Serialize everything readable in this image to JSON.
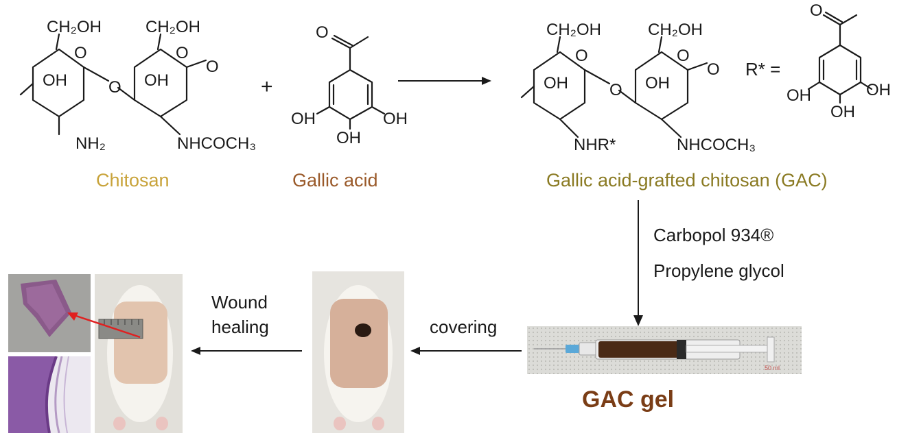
{
  "colors": {
    "chitosan": "#c8a33a",
    "gallic_acid": "#9a5a2a",
    "gac": "#8a7a22",
    "gac_gel": "#7a3d16",
    "text": "#1a1a1a",
    "red_arrow": "#e02020"
  },
  "labels": {
    "chitosan": "Chitosan",
    "gallic_acid": "Gallic acid",
    "gac": "Gallic acid-grafted chitosan (GAC)",
    "gac_gel": "GAC gel"
  },
  "chem": {
    "ch2oh": "CH₂OH",
    "oh": "OH",
    "o": "O",
    "nh2": "NH₂",
    "nhcoch3": "NHCOCH₃",
    "nhr": "NHR*",
    "r_eq": "R* =",
    "plus": "+"
  },
  "steps": {
    "carbopol": "Carbopol 934®",
    "propylene": "Propylene glycol",
    "covering": "covering",
    "wound_line1": "Wound",
    "wound_line2": "healing"
  },
  "syringe": {
    "printed_mark": "50 ml"
  },
  "icons": {
    "reaction_arrow": "right-arrow-icon",
    "formulation_arrow": "down-arrow-icon",
    "covering_arrow": "left-arrow-icon",
    "wound_arrow": "left-arrow-icon",
    "tissue_pointer": "red-arrow-icon"
  }
}
